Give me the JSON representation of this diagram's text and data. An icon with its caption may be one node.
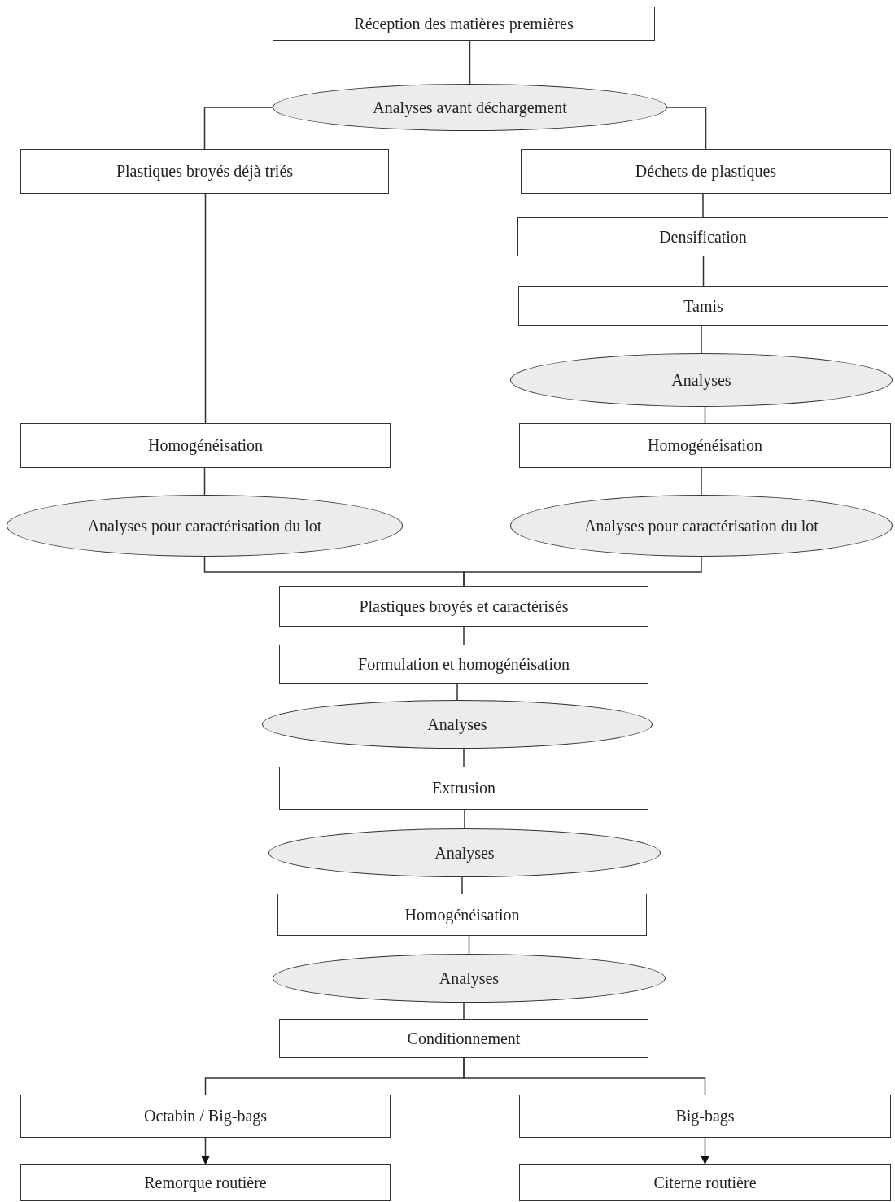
{
  "diagram": {
    "nodes": [
      {
        "text": [
          "Réception des matières premières"
        ]
      },
      {
        "text": [
          "Analyses avant déchargement"
        ]
      },
      {
        "text": [
          "Plastiques broyés déjà triés"
        ]
      },
      {
        "text": [
          "Déchets de plastiques"
        ]
      },
      {
        "text": [
          "Densification"
        ]
      },
      {
        "text": [
          "Tamis"
        ]
      },
      {
        "text": [
          "Analyses"
        ]
      },
      {
        "text": [
          "Homogénéisation"
        ]
      },
      {
        "text": [
          "Homogénéisation"
        ]
      },
      {
        "text": [
          "Analyses pour caractérisation du lot"
        ]
      },
      {
        "text": [
          "Analyses pour caractérisation du lot"
        ]
      },
      {
        "text": [
          "Plastiques broyés et caractérisés"
        ]
      },
      {
        "text": [
          "Formulation et homogénéisation"
        ]
      },
      {
        "text": [
          "Analyses"
        ]
      },
      {
        "text": [
          "Extrusion"
        ]
      },
      {
        "text": [
          "Analyses"
        ]
      },
      {
        "text": [
          "Homogénéisation"
        ]
      },
      {
        "text": [
          "Analyses"
        ]
      },
      {
        "text": [
          "Conditionnement"
        ]
      },
      {
        "text": [
          "Octabin / Big-bags"
        ]
      },
      {
        "text": [
          "Big-bags"
        ]
      },
      {
        "text": [
          "Remorque routière"
        ]
      },
      {
        "text": [
          "Citerne routière"
        ]
      }
    ],
    "edges": [
      {
        "from": 0,
        "to": 1,
        "arrow": "none"
      },
      {
        "from": 1,
        "to": 2,
        "arrow": "none"
      },
      {
        "from": 1,
        "to": 3,
        "arrow": "none"
      },
      {
        "from": 2,
        "to": 7,
        "arrow": "none"
      },
      {
        "from": 3,
        "to": 4,
        "arrow": "none"
      },
      {
        "from": 4,
        "to": 5,
        "arrow": "none"
      },
      {
        "from": 5,
        "to": 6,
        "arrow": "none"
      },
      {
        "from": 6,
        "to": 8,
        "arrow": "none"
      },
      {
        "from": 7,
        "to": 9,
        "arrow": "none"
      },
      {
        "from": 8,
        "to": 10,
        "arrow": "none"
      },
      {
        "from": 9,
        "to": 11,
        "arrow": "none"
      },
      {
        "from": 10,
        "to": 11,
        "arrow": "none"
      },
      {
        "from": 11,
        "to": 12,
        "arrow": "none"
      },
      {
        "from": 12,
        "to": 13,
        "arrow": "none"
      },
      {
        "from": 13,
        "to": 14,
        "arrow": "none"
      },
      {
        "from": 14,
        "to": 15,
        "arrow": "none"
      },
      {
        "from": 15,
        "to": 16,
        "arrow": "none"
      },
      {
        "from": 16,
        "to": 17,
        "arrow": "none"
      },
      {
        "from": 17,
        "to": 18,
        "arrow": "none"
      },
      {
        "from": 18,
        "to": 19,
        "arrow": "none"
      },
      {
        "from": 18,
        "to": 20,
        "arrow": "none"
      },
      {
        "from": 19,
        "to": 21,
        "arrow": "to"
      },
      {
        "from": 20,
        "to": 22,
        "arrow": "to"
      }
    ]
  }
}
